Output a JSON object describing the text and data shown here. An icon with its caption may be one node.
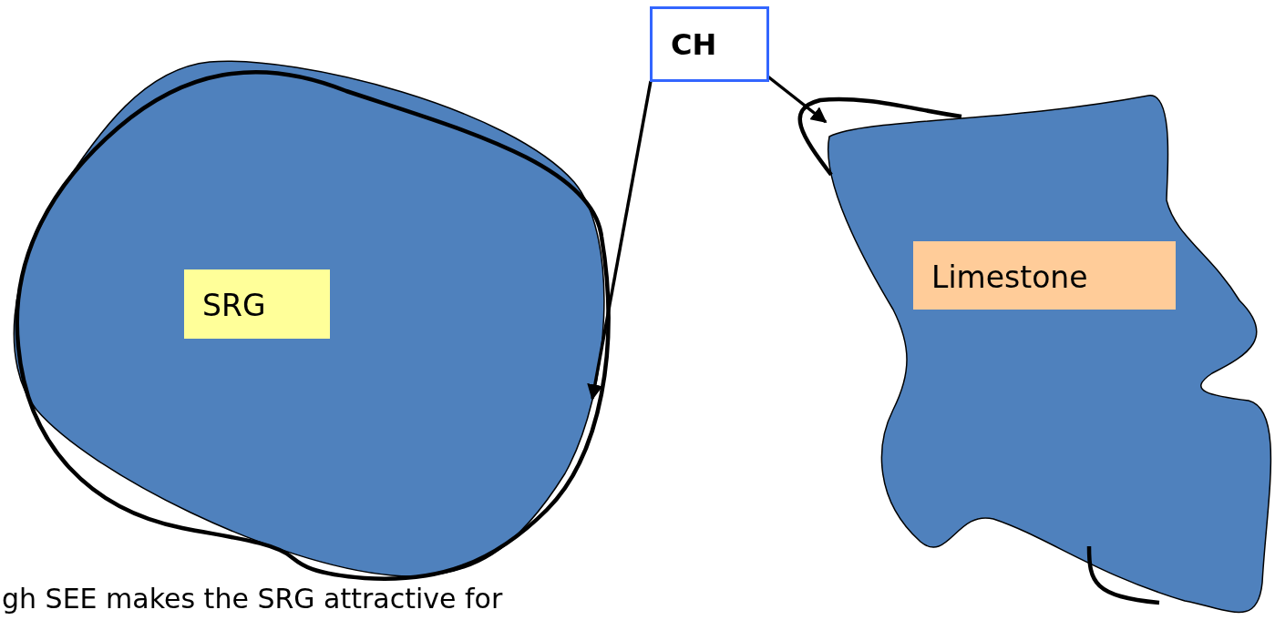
{
  "diagram": {
    "nodes": [
      {
        "text": [
          "CH"
        ]
      },
      {
        "text": [],
        "shape": "blob"
      },
      {
        "text": [
          "SRG"
        ],
        "in": 1
      },
      {
        "text": [],
        "shape": "blob"
      },
      {
        "text": [
          "Limestone"
        ],
        "in": 3
      }
    ],
    "edges": [
      {
        "from": 0,
        "to": 1,
        "arrow": "to"
      },
      {
        "from": 0,
        "to": 3,
        "arrow": "to"
      }
    ],
    "labels": [
      "gh SEE makes the SRG attractive for"
    ]
  }
}
